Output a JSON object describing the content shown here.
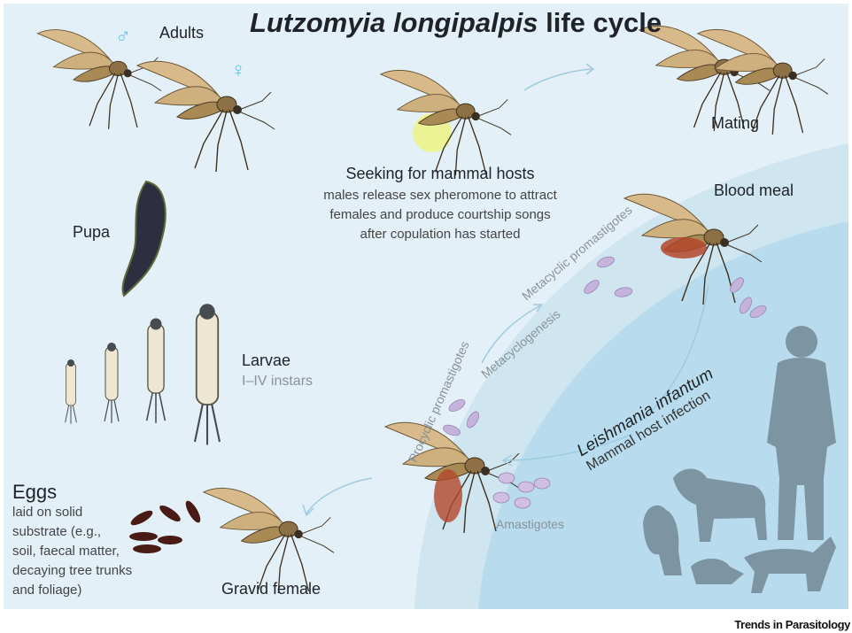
{
  "title_italic": "Lutzomyia longipalpis",
  "title_rest": " life cycle",
  "stages": {
    "adults": "Adults",
    "male_symbol": "♂",
    "female_symbol": "♀",
    "seeking_title": "Seeking for mammal hosts",
    "seeking_desc": [
      "males release sex pheromone to attract",
      "females and produce courtship songs",
      "after copulation has started"
    ],
    "mating": "Mating",
    "blood_meal": "Blood meal",
    "pupa": "Pupa",
    "larvae": "Larvae",
    "larvae_sub": "I–IV instars",
    "eggs": "Eggs",
    "eggs_desc": [
      "laid on solid",
      "substrate (e.g.,",
      "soil, faecal matter,",
      "decaying tree trunks",
      "and foliage)"
    ],
    "gravid_female": "Gravid female"
  },
  "parasite": {
    "species": "Leishmania infantum",
    "infection": "Mammal host infection",
    "metacyclic": "Metacyclic promastigotes",
    "metacyclogenesis": "Metacyclogenesis",
    "procyclic": "Procyclic promastigotes",
    "amastigotes": "Amastigotes"
  },
  "footer": "Trends in Parasitology",
  "colors": {
    "background": "#e4f0f7",
    "host_zone": "#b8dced",
    "gut_band": "#cfe5ef",
    "silhouette": "#7d95a3",
    "wing": "#d7b98a",
    "body": "#a98a55",
    "blood": "#b4472b",
    "parasite": "#c6b3dc"
  }
}
